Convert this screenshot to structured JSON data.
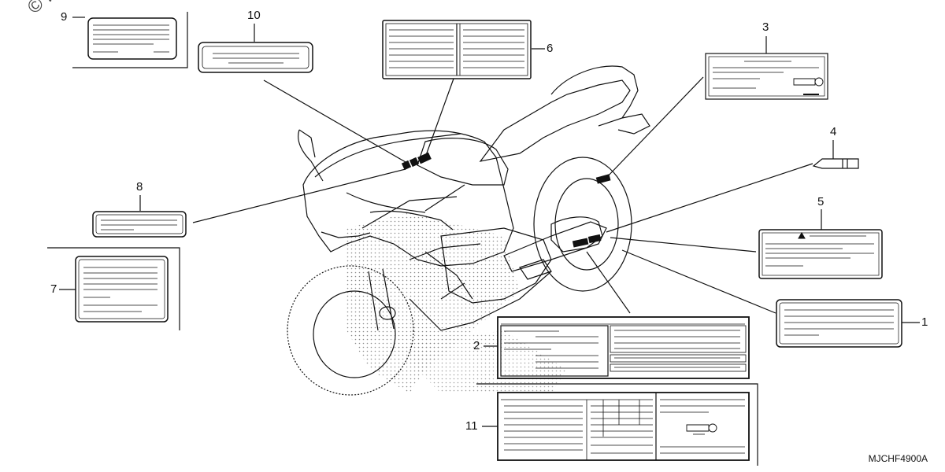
{
  "watermark": "© Par",
  "diagram_code": "MJCHF4900A",
  "callouts": [
    "1",
    "2",
    "3",
    "4",
    "5",
    "6",
    "7",
    "8",
    "9",
    "10",
    "11"
  ]
}
